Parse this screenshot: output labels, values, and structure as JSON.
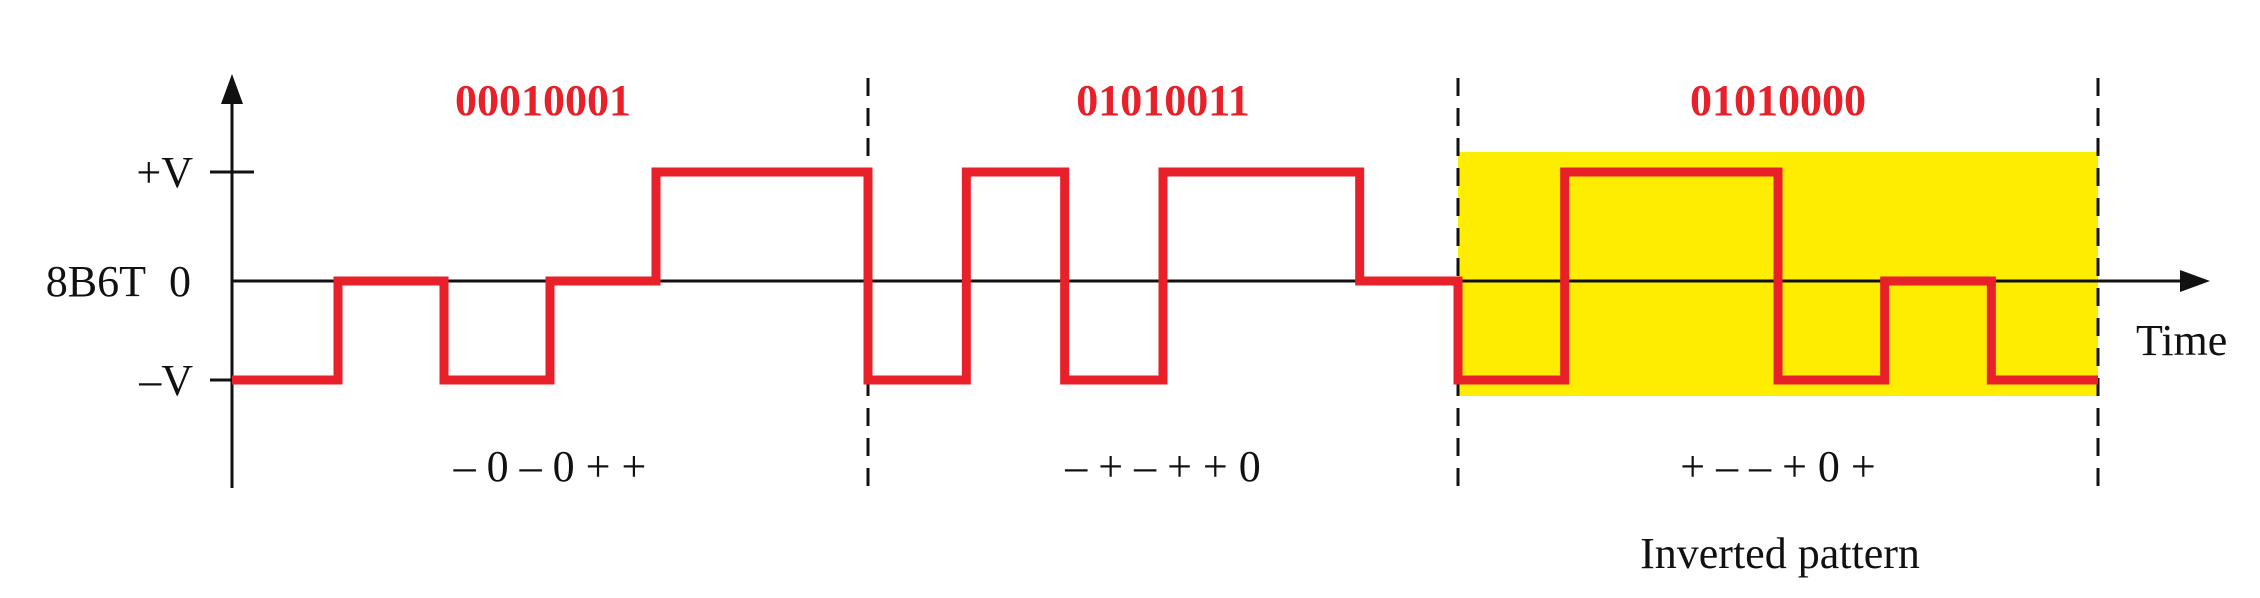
{
  "colors": {
    "signal": "#e8202a",
    "highlight": "#ffed00",
    "axis": "#111111",
    "byte_text": "#e8202a"
  },
  "axis": {
    "y_label": "8B6T",
    "x_label": "Time",
    "levels": {
      "plus": "+V",
      "zero": "0",
      "minus": "–V"
    }
  },
  "groups": [
    {
      "byte": "00010001",
      "pattern": "– 0 – 0 + +",
      "symbols": [
        -1,
        0,
        -1,
        0,
        1,
        1
      ],
      "inverted": false
    },
    {
      "byte": "01010011",
      "pattern": "– + – + + 0",
      "symbols": [
        -1,
        1,
        -1,
        1,
        1,
        0
      ],
      "inverted": false
    },
    {
      "byte": "01010000",
      "pattern": "+ – – + 0 +",
      "symbols": [
        -1,
        1,
        1,
        -1,
        0,
        -1
      ],
      "inverted": true
    }
  ],
  "inverted_note": "Inverted pattern"
}
